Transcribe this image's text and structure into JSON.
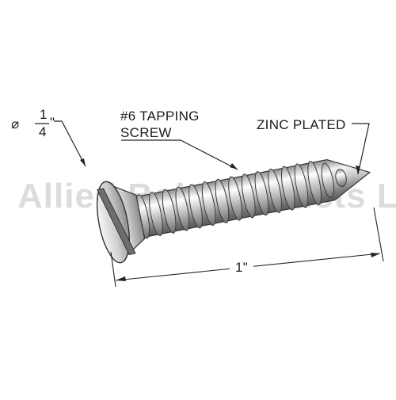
{
  "watermark": {
    "text": "Allied Bolt Products LLC"
  },
  "diameter": {
    "symbol": "⌀",
    "numerator": "1",
    "denominator": "4",
    "unit": "\""
  },
  "callouts": {
    "type_line1": "#6 TAPPING",
    "type_line2": "SCREW",
    "finish": "ZINC PLATED",
    "length": "1\""
  },
  "colors": {
    "metal_light": "#f2f2f2",
    "metal_mid": "#b9b9b9",
    "metal_dark": "#6a6a6a",
    "line": "#222222"
  }
}
